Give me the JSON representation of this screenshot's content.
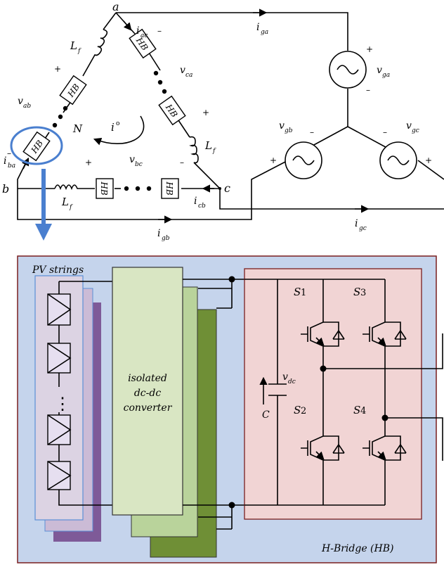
{
  "nodes": {
    "a": "a",
    "b": "b",
    "c": "c",
    "N": "N"
  },
  "hb_label": "HB",
  "top_labels": {
    "Lf": "L",
    "Lf_sub": "f",
    "i_ac": "i",
    "i_ac_sub": "ac",
    "v_ca": "v",
    "v_ca_sub": "ca",
    "v_ab": "v",
    "v_ab_sub": "ab",
    "v_bc": "v",
    "v_bc_sub": "bc",
    "i_ba": "i",
    "i_ba_sub": "ba",
    "i_cb": "i",
    "i_cb_sub": "cb",
    "i_o": "i",
    "i_o_sup": "o",
    "i_ga": "i",
    "i_ga_sub": "ga",
    "i_gb": "i",
    "i_gb_sub": "gb",
    "i_gc": "i",
    "i_gc_sub": "gc",
    "v_ga": "v",
    "v_ga_sub": "ga",
    "v_gb": "v",
    "v_gb_sub": "gb",
    "v_gc": "v",
    "v_gc_sub": "gc",
    "plus": "+",
    "minus": "–"
  },
  "bottom_labels": {
    "pv_strings": "PV strings",
    "converter_line1": "isolated",
    "converter_line2": "dc-dc",
    "converter_line3": "converter",
    "S1": "S",
    "S1_sub": "1",
    "S2": "S",
    "S2_sub": "2",
    "S3": "S",
    "S3_sub": "3",
    "S4": "S",
    "S4_sub": "4",
    "C": "C",
    "v_dc": "v",
    "v_dc_sub": "dc",
    "hbridge": "H-Bridge (HB)",
    "dots": "⋮"
  },
  "colors": {
    "panel_bg": "#c5d4ec",
    "panel_border": "#7a1f1f",
    "hbridge_bg": "#f1d4d4",
    "converter_light": "#d9e6c3",
    "converter_mid": "#b9d39b",
    "converter_dark": "#6f8f36",
    "pv_front": "#dcd3e3",
    "pv_mid": "#cbbbd6",
    "pv_back": "#7e5a98",
    "pv_border": "#5b8fd6",
    "highlight": "#4a7fcf"
  }
}
